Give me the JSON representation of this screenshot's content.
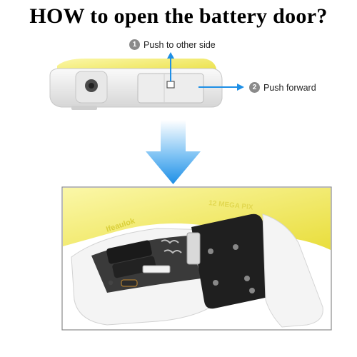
{
  "title": "HOW to open the battery door?",
  "steps": [
    {
      "number": "1",
      "text": "Push to other side"
    },
    {
      "number": "2",
      "text": "Push forward"
    }
  ],
  "camera": {
    "model_text": "12 MEGA PIX",
    "brand_text": "Ifeaulok",
    "body_color": "#f3ec6a",
    "trim_color": "#f2f2f2",
    "door_color": "#1f1f1f"
  },
  "accent_arrow_color": "#1e8fe6"
}
